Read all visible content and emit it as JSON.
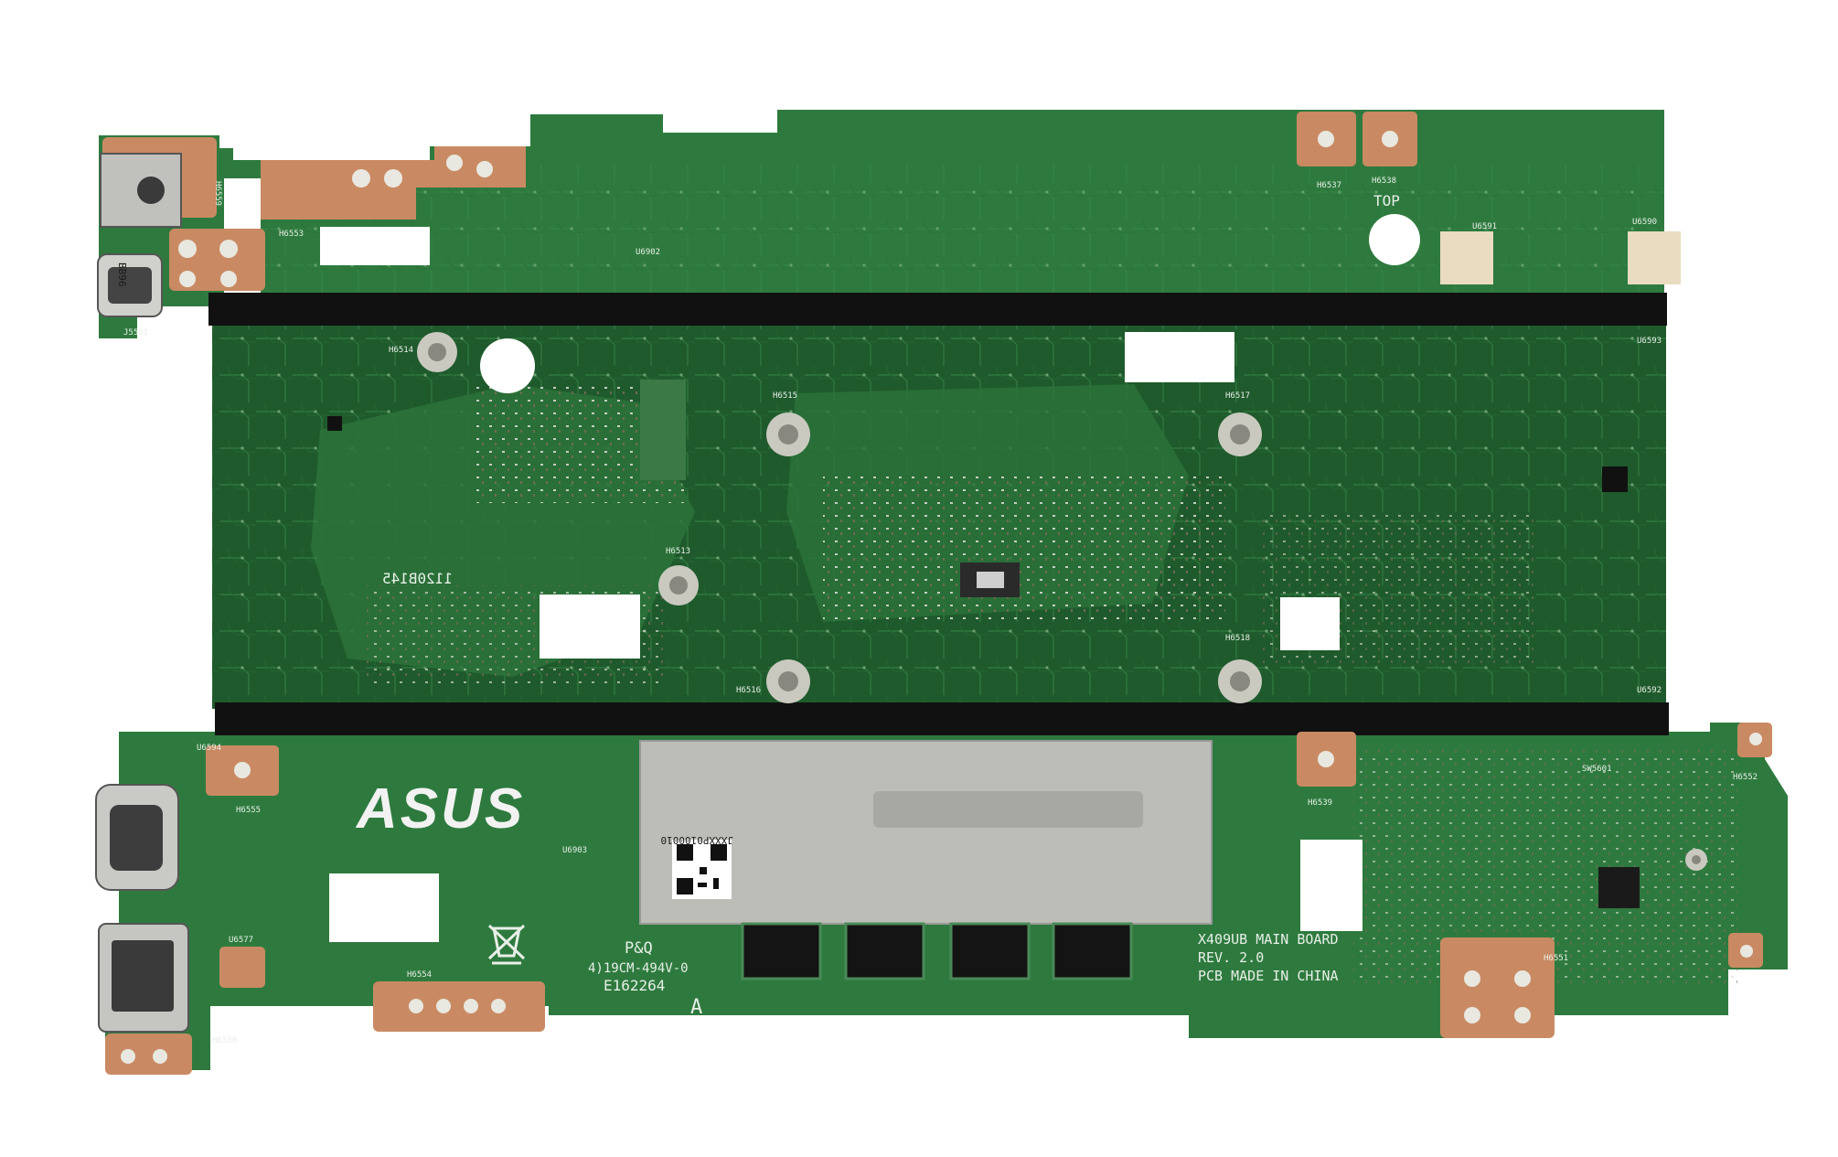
{
  "board": {
    "model_line1": "X409UB MAIN BOARD",
    "model_line2": "REV. 2.0",
    "model_line3": "PCB MADE IN CHINA",
    "brand": "ASUS",
    "top_marker": "TOP",
    "ul_line1": "P&Q",
    "ul_line2": "4)19CM-494V-0",
    "ul_line3": "E162264",
    "ul_line4": "A",
    "mirrored_code": "1120B145",
    "qr_code_text": "JXXXP0100010",
    "usb_c_label": "BB96"
  },
  "refs": {
    "h6559": "H6559",
    "h6553": "H6553",
    "u6902": "U6902",
    "j5501": "J5501",
    "h6537": "H6537",
    "h6538": "H6538",
    "u6591": "U6591",
    "u6590": "U6590",
    "h6514": "H6514",
    "h6515": "H6515",
    "h6517": "H6517",
    "u6593": "U6593",
    "h6513": "H6513",
    "h6516": "H6516",
    "h6518": "H6518",
    "u6592": "U6592",
    "u6594": "U6594",
    "h6555": "H6555",
    "u6903": "U6903",
    "h6539": "H6539",
    "sw5601": "SW5601",
    "h6552": "H6552",
    "u6577": "U6577",
    "h6554": "H6554",
    "h6551": "H6551",
    "h6530": "H6530"
  },
  "colors": {
    "pcb_green": "#2e7a3e",
    "pcb_dark": "#1f5a2c",
    "copper": "#c98a63",
    "shield": "#bdbdb8",
    "tape": "#111111"
  }
}
